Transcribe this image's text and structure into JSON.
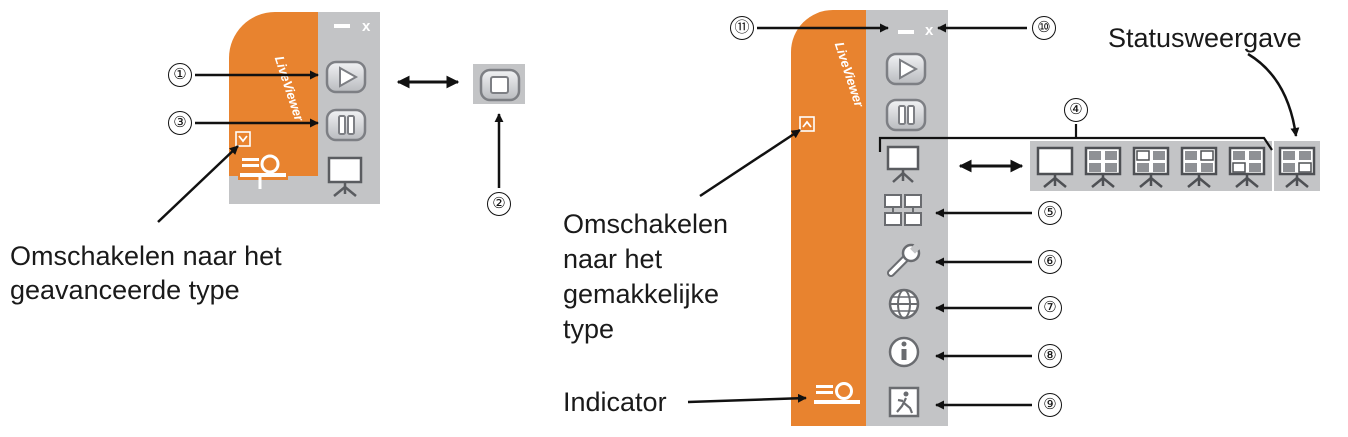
{
  "easy_panel": {
    "brand": "LiveViewer",
    "minimize_glyph": "—",
    "close_glyph": "x",
    "buttons": [
      "play-icon",
      "pause-icon",
      "projector-icon"
    ],
    "mode_toggle_icon": "chevron-down-icon",
    "indicator_icon": "projector-indicator-icon"
  },
  "stop_button_icon": "stop-icon",
  "advanced_panel": {
    "brand": "LiveViewer",
    "minimize_glyph": "—",
    "close_glyph": "x",
    "buttons": [
      "play-icon",
      "pause-icon",
      "display-mode-icon",
      "multi-screen-icon",
      "wrench-icon",
      "globe-icon",
      "info-icon",
      "exit-icon"
    ],
    "mode_toggle_icon": "chevron-up-icon",
    "indicator_icon": "projector-indicator-icon"
  },
  "callouts": {
    "n1": "①",
    "n2": "②",
    "n3": "③",
    "n4": "④",
    "n5": "⑤",
    "n6": "⑥",
    "n7": "⑦",
    "n8": "⑧",
    "n9": "⑨",
    "n10": "⑩",
    "n11": "⑪"
  },
  "labels": {
    "switch_to_advanced_line1": "Omschakelen naar het",
    "switch_to_advanced_line2": "geavanceerde type",
    "switch_to_easy_line1": "Omschakelen",
    "switch_to_easy_line2": "naar het",
    "switch_to_easy_line3": "gemakkelijke",
    "switch_to_easy_line4": "type",
    "indicator": "Indicator",
    "status_display": "Statusweergave"
  },
  "colors": {
    "orange": "#e8832f",
    "grey": "#c3c4c6",
    "button_face": "#dcdde0",
    "line": "#111111"
  }
}
